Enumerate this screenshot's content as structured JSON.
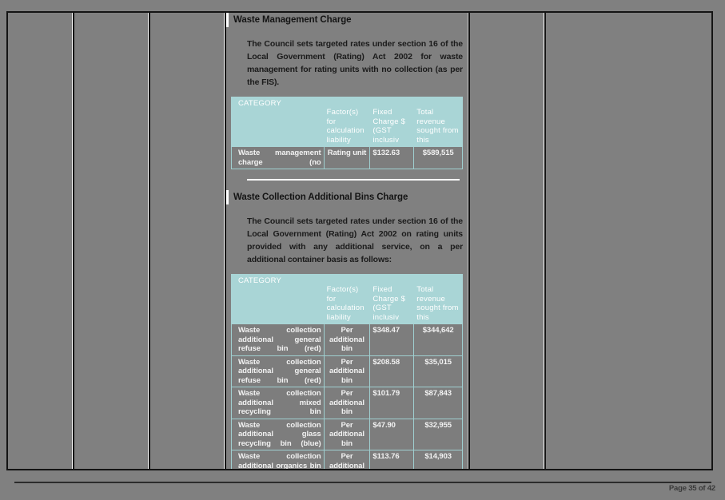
{
  "document": {
    "page_label": "Page 35 of 42",
    "theme": {
      "page_background": "#808080",
      "table_header_background": "#a9d5d6",
      "table_row_background": "#7d7d7d",
      "frame_border": "#141414",
      "header_text": "#ffffff"
    }
  },
  "columns": {
    "col_a": "",
    "col_b": "",
    "col_c": "",
    "col_e": "",
    "col_f": ""
  },
  "sections": [
    {
      "title": "Waste Management Charge",
      "body": "The Council sets targeted rates under section 16 of the Local Government (Rating) Act 2002 for waste management for rating units with no collection (as per the FIS).",
      "table": {
        "headers": {
          "category": "CATEGORY",
          "factors": "Factor(s) for calculation liability",
          "fixed_charge": "Fixed Charge $ (GST inclusiv",
          "total_revenue": "Total revenue sought from this"
        },
        "rows": [
          {
            "category": "Waste management charge (no",
            "factors": "Rating unit",
            "fixed_charge": "$132.63",
            "total_revenue": "$589,515"
          }
        ]
      }
    },
    {
      "title": "Waste Collection Additional Bins Charge",
      "body": "The Council sets targeted rates under section 16 of the Local Government (Rating) Act 2002 on rating units provided with any additional service, on a per additional container basis as follows:",
      "table": {
        "headers": {
          "category": "CATEGORY",
          "factors": "Factor(s) for calculation liability",
          "fixed_charge": "Fixed Charge $ (GST inclusiv",
          "total_revenue": "Total revenue sought from this"
        },
        "rows": [
          {
            "category": "Waste collection additional general refuse bin (red)",
            "factors": "Per additional bin",
            "fixed_charge": "$348.47",
            "total_revenue": "$344,642"
          },
          {
            "category": "Waste collection additional general refuse bin (red)",
            "factors": "Per additional bin",
            "fixed_charge": "$208.58",
            "total_revenue": "$35,015"
          },
          {
            "category": "Waste collection additional mixed recycling bin",
            "factors": "Per additional bin",
            "fixed_charge": "$101.79",
            "total_revenue": "$87,843"
          },
          {
            "category": "Waste collection additional glass recycling bin (blue)",
            "factors": "Per additional bin",
            "fixed_charge": "$47.90",
            "total_revenue": "$32,955"
          },
          {
            "category": "Waste collection additional organics bin (green)",
            "factors": "Per additional bin",
            "fixed_charge": "$113.76",
            "total_revenue": "$14,903"
          }
        ]
      }
    }
  ]
}
